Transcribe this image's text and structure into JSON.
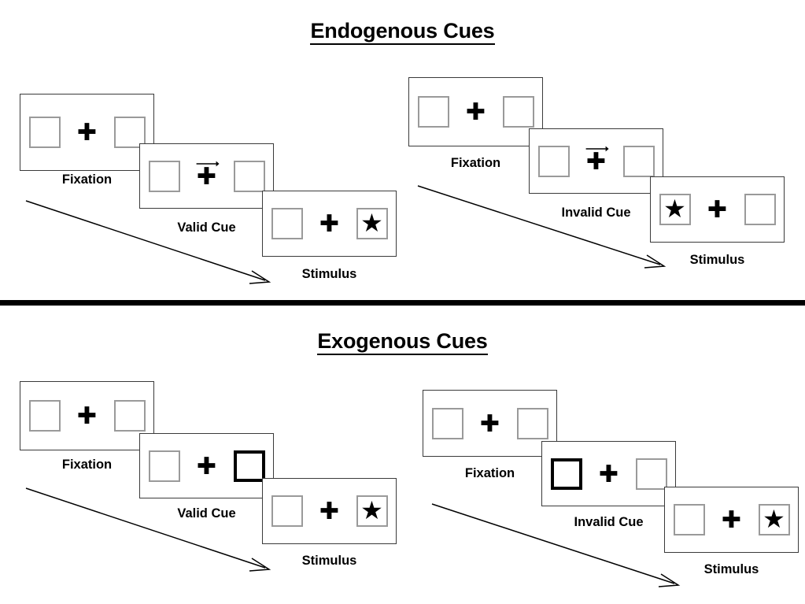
{
  "sections": [
    {
      "id": "endogenous",
      "title": "Endogenous Cues",
      "columns": [
        {
          "id": "endogenous-valid",
          "frames": [
            {
              "label": "Fixation",
              "left_box": "empty",
              "right_box": "empty",
              "cue": "none",
              "cue_icon": "none"
            },
            {
              "label": "Valid Cue",
              "left_box": "empty",
              "right_box": "empty",
              "cue": "arrow-right",
              "cue_icon": "arrow-right-icon"
            },
            {
              "label": "Stimulus",
              "left_box": "empty",
              "right_box": "star",
              "cue": "none",
              "cue_icon": "star-icon"
            }
          ]
        },
        {
          "id": "endogenous-invalid",
          "frames": [
            {
              "label": "Fixation",
              "left_box": "empty",
              "right_box": "empty",
              "cue": "none",
              "cue_icon": "none"
            },
            {
              "label": "Invalid Cue",
              "left_box": "empty",
              "right_box": "empty",
              "cue": "arrow-right",
              "cue_icon": "arrow-right-icon"
            },
            {
              "label": "Stimulus",
              "left_box": "star",
              "right_box": "empty",
              "cue": "none",
              "cue_icon": "star-icon"
            }
          ]
        }
      ]
    },
    {
      "id": "exogenous",
      "title": "Exogenous Cues",
      "columns": [
        {
          "id": "exogenous-valid",
          "frames": [
            {
              "label": "Fixation",
              "left_box": "empty",
              "right_box": "empty",
              "cue": "none",
              "cue_icon": "none"
            },
            {
              "label": "Valid Cue",
              "left_box": "empty",
              "right_box": "cued",
              "cue": "none",
              "cue_icon": "highlighted-box-icon"
            },
            {
              "label": "Stimulus",
              "left_box": "empty",
              "right_box": "star",
              "cue": "none",
              "cue_icon": "star-icon"
            }
          ]
        },
        {
          "id": "exogenous-invalid",
          "frames": [
            {
              "label": "Fixation",
              "left_box": "empty",
              "right_box": "empty",
              "cue": "none",
              "cue_icon": "none"
            },
            {
              "label": "Invalid Cue",
              "left_box": "cued",
              "right_box": "empty",
              "cue": "none",
              "cue_icon": "highlighted-box-icon"
            },
            {
              "label": "Stimulus",
              "left_box": "empty",
              "right_box": "star",
              "cue": "none",
              "cue_icon": "star-icon"
            }
          ]
        }
      ]
    }
  ],
  "glyphs": {
    "plus": "✚",
    "star": "★"
  },
  "colors": {
    "ink": "#000000",
    "panel_border": "#3a3a3a",
    "box_border": "#9a9a9a",
    "cued_box_border": "#000000",
    "background": "#ffffff"
  },
  "flow_arrows": [
    {
      "id": "flow-arrow-endogenous-valid",
      "direction": "down-right"
    },
    {
      "id": "flow-arrow-endogenous-invalid",
      "direction": "down-right"
    },
    {
      "id": "flow-arrow-exogenous-valid",
      "direction": "down-right"
    },
    {
      "id": "flow-arrow-exogenous-invalid",
      "direction": "down-right"
    }
  ]
}
